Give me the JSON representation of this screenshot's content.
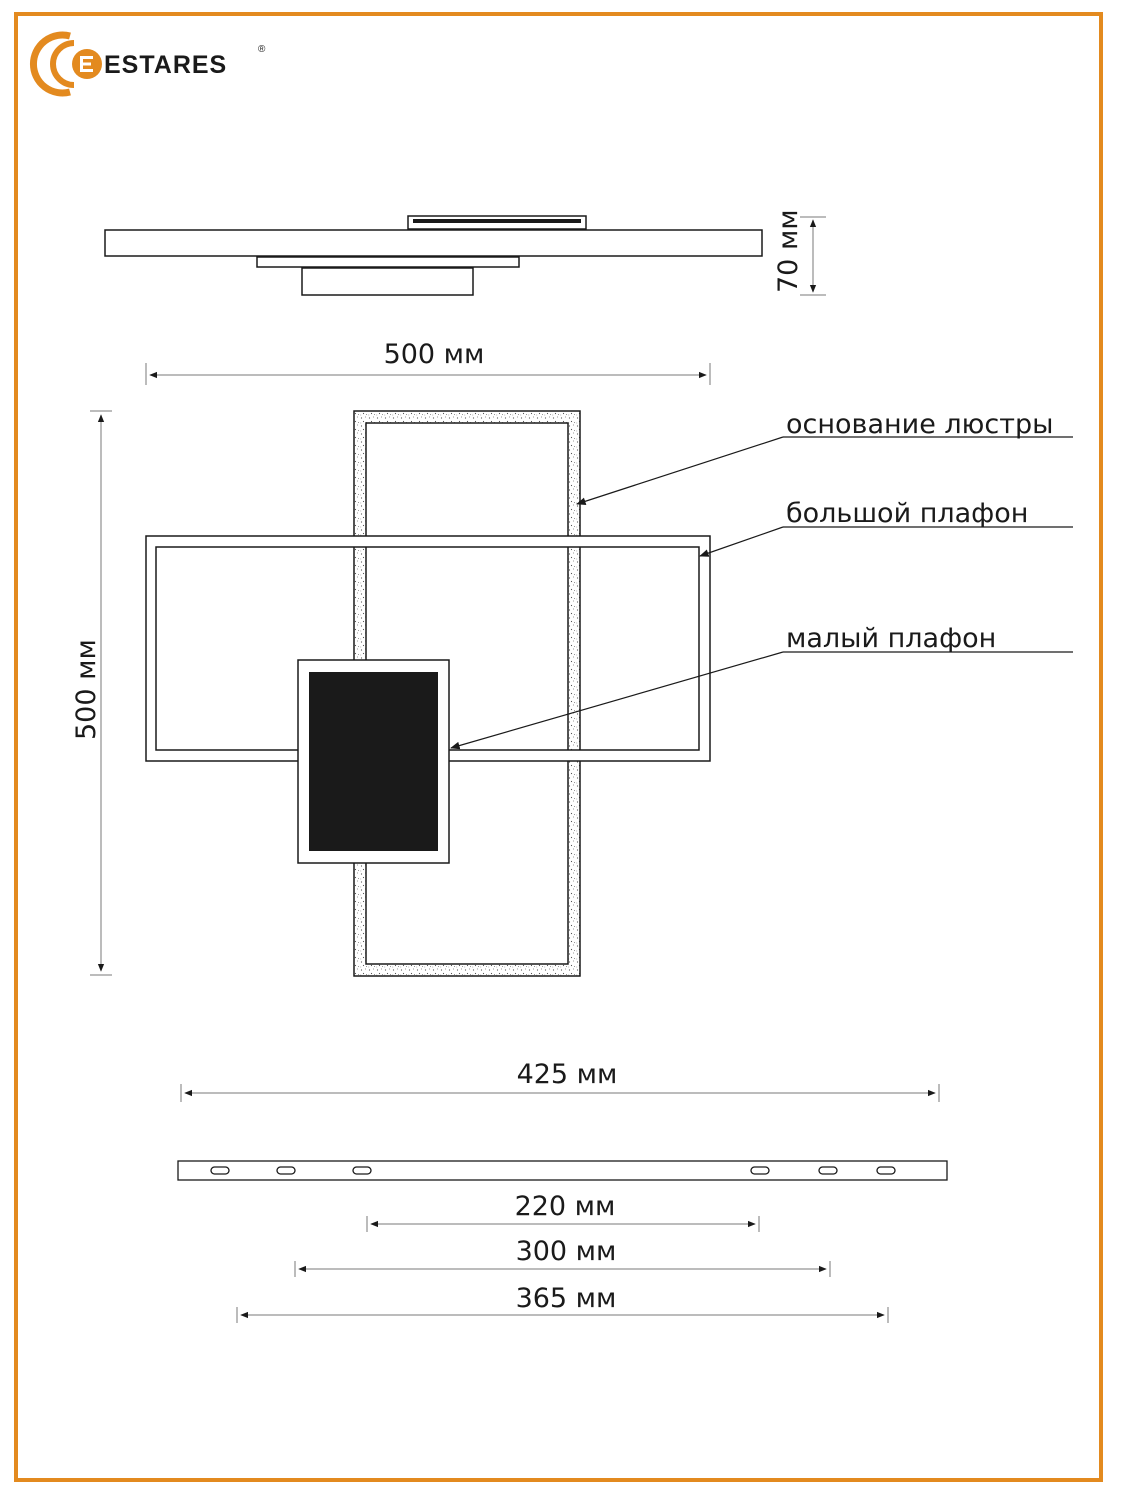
{
  "brand": {
    "name": "ESTARES",
    "registered_mark": "®",
    "accent": "#e38a1f"
  },
  "colors": {
    "frame": "#e38a1f",
    "line": "#1a1a1a",
    "fill_dark": "#1a1a1a",
    "dim_line": "#7a7a7a"
  },
  "dimensions": {
    "height": "70 мм",
    "width": "500 мм",
    "length": "500 мм",
    "bar_length": "425 мм",
    "holes_220": "220 мм",
    "holes_300": "300 мм",
    "holes_365": "365 мм"
  },
  "callouts": {
    "base": "основание люстры",
    "large_shade": "большой плафон",
    "small_shade": "малый плафон"
  }
}
